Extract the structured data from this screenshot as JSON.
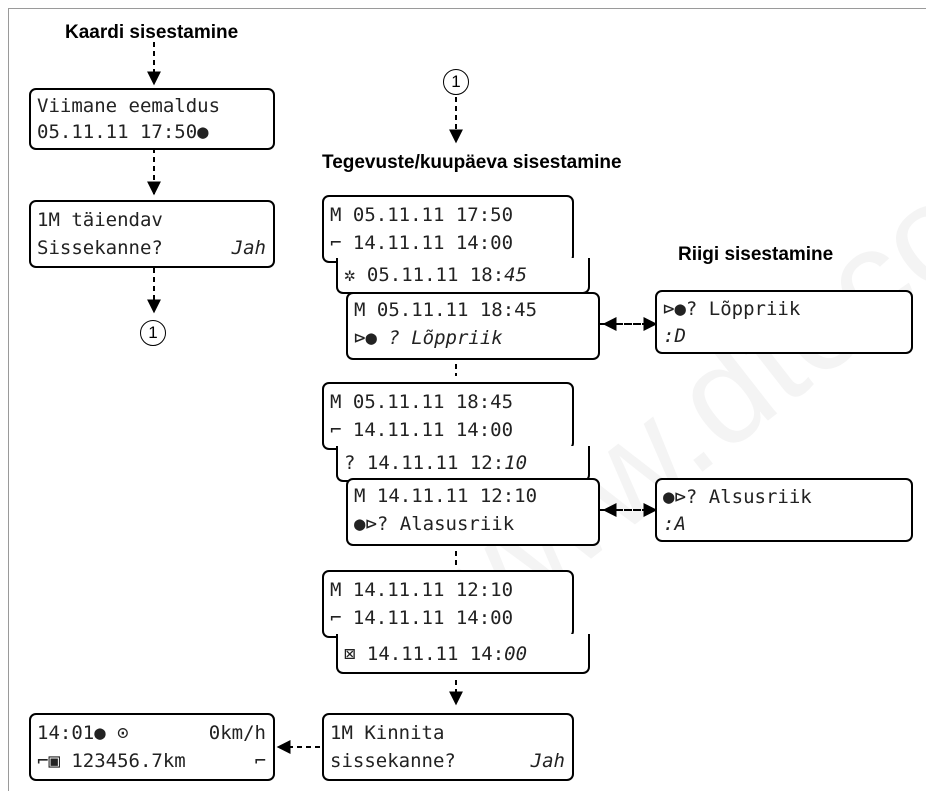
{
  "headings": {
    "card_insert": "Kaardi sisestamine",
    "activities_entry": "Tegevuste/kuupäeva sisestamine",
    "country_entry": "Riigi sisestamine"
  },
  "watermark": "www.dtcco.do",
  "connector_label": "1",
  "displays": {
    "last_removal": {
      "line1": "Viimane eemaldus",
      "line2": "05.11.11 17:50●"
    },
    "supplement": {
      "line1": "1M täiendav",
      "line2": "Sissekanne?",
      "line2_right": "Jah"
    },
    "a1": {
      "line1": "M 05.11.11 17:50",
      "line2": "⌐ 14.11.11 14:00"
    },
    "a2": {
      "text": "✲ 05.11.11 18:",
      "italic": "45"
    },
    "a3": {
      "line1": "M 05.11.11 18:45",
      "line2": "⊳● ? Lõppriik"
    },
    "end_country": {
      "line1": "⊳●? Lõppriik",
      "line2": ":D"
    },
    "b1": {
      "line1": "M 05.11.11 18:45",
      "line2": "⌐ 14.11.11 14:00"
    },
    "b2": {
      "text": "? 14.11.11 12:",
      "italic": "10"
    },
    "b3": {
      "line1": "M 14.11.11 12:10",
      "line2": "●⊳? Alasusriik"
    },
    "start_country": {
      "line1": "●⊳? Alsusriik",
      "line2": ":A"
    },
    "c1": {
      "line1": "M 14.11.11 12:10",
      "line2": "⌐ 14.11.11 14:00"
    },
    "c2": {
      "text": "⊠ 14.11.11 14:",
      "italic": "00"
    },
    "confirm": {
      "line1": "1M Kinnita",
      "line2": "sissekanne?",
      "line2_right": "Jah"
    },
    "standard": {
      "line1": "14:01● ⊙",
      "line1_right": "0km/h",
      "line2": "⌐▣ 123456.7km",
      "line2_right": "⌐"
    }
  }
}
